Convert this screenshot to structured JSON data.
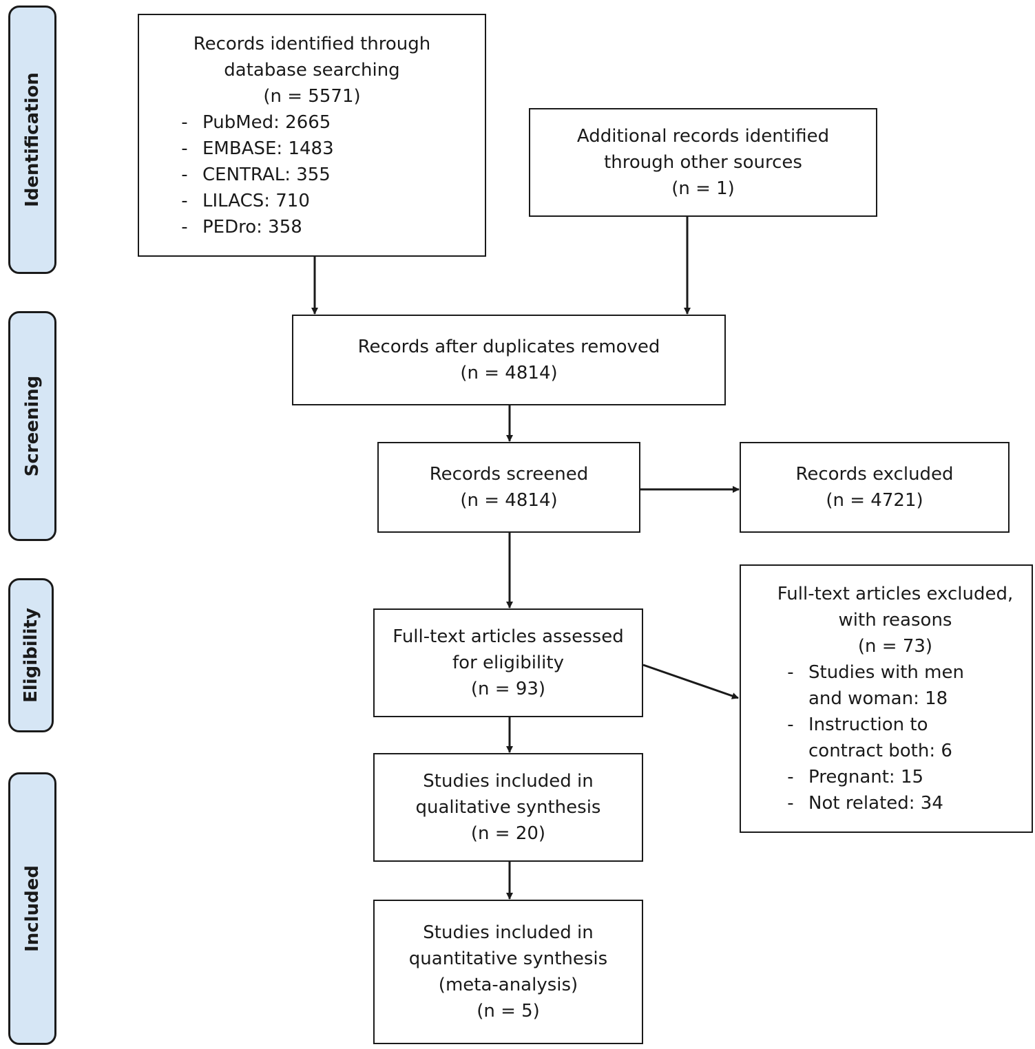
{
  "stages": [
    {
      "id": "identification",
      "label": "Identification"
    },
    {
      "id": "screening",
      "label": "Screening"
    },
    {
      "id": "eligibility",
      "label": "Eligibility"
    },
    {
      "id": "included",
      "label": "Included"
    }
  ],
  "boxes": {
    "database_search": {
      "lines": [
        "Records identified through",
        "database searching",
        "(n = 5571)"
      ],
      "items": [
        "PubMed: 2665",
        "EMBASE: 1483",
        "CENTRAL: 355",
        "LILACS: 710",
        "PEDro: 358"
      ],
      "bullet": "-"
    },
    "other_sources": {
      "lines": [
        "Additional records identified",
        "through other sources",
        "(n = 1)"
      ]
    },
    "duplicates_removed": {
      "lines": [
        "Records after duplicates removed",
        "(n = 4814)"
      ]
    },
    "screened": {
      "lines": [
        "Records screened",
        "(n = 4814)"
      ]
    },
    "excluded": {
      "lines": [
        "Records excluded",
        "(n = 4721)"
      ]
    },
    "fulltext_assessed": {
      "lines": [
        "Full-text articles assessed",
        "for eligibility",
        "(n = 93)"
      ]
    },
    "fulltext_excluded": {
      "lines": [
        "Full-text articles excluded,",
        "with reasons",
        "(n = 73)"
      ],
      "items": [
        [
          "Studies with men",
          "and woman: 18"
        ],
        [
          "Instruction to",
          "contract both: 6"
        ],
        [
          "Pregnant: 15"
        ],
        [
          "Not related: 34"
        ]
      ],
      "bullet": "-"
    },
    "qualitative": {
      "lines": [
        "Studies included in",
        "qualitative synthesis",
        "(n = 20)"
      ]
    },
    "quantitative": {
      "lines": [
        "Studies included in",
        "quantitative synthesis",
        "(meta-analysis)",
        "(n = 5)"
      ]
    }
  },
  "colors": {
    "stage_fill": "#d6e6f5",
    "stroke": "#1a1a1a"
  }
}
